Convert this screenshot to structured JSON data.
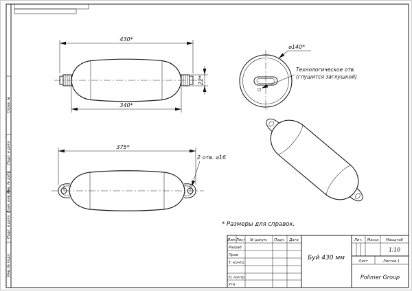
{
  "margin_labels": [
    "Справ. №",
    "Подп. и дата",
    "Инв. № дубл.",
    "Взам. инв. №",
    "Подп. и дата",
    "Инв. № подл."
  ],
  "views": {
    "side": {
      "dim_overall": "430*",
      "dim_body": "340*",
      "dim_tip": "22*"
    },
    "front": {
      "dim_diameter": "⌀140*",
      "callout_line1": "Технологическое отв.",
      "callout_line2": "(глушится заглушкой)"
    },
    "bottom": {
      "dim_overall": "375*",
      "holes_note": "2 отв. ⌀16"
    }
  },
  "note": "* Размеры для справок.",
  "title_block": {
    "col_izm": "Изм.",
    "col_list": "Лист",
    "col_doc": "№ докум.",
    "col_sign": "Подп.",
    "col_date": "Дата",
    "row_developed": "Разраб.",
    "row_checked": "Пров.",
    "row_tcontrol": "Т. контр.",
    "row_ncontrol": "Н. контр.",
    "row_approved": "Утв.",
    "title": "Буй 430 мм",
    "lit": "Лит.",
    "mass": "Масса",
    "scale_label": "Масштаб",
    "scale": "1:10",
    "sheet": "Лист",
    "sheets": "Листов 1",
    "company": "Polimer Group"
  }
}
